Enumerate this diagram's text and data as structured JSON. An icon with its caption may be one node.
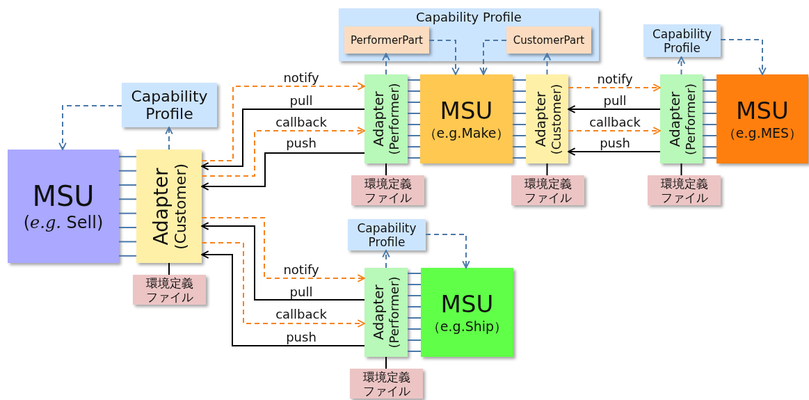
{
  "diagram": {
    "nodes": [
      {
        "text": [
          "Capability Profile"
        ]
      },
      {
        "text": [
          "PerformerPart"
        ],
        "in": 0
      },
      {
        "text": [
          "CustomerPart"
        ],
        "in": 0
      },
      {
        "text": [
          "Capability Profile"
        ]
      },
      {
        "text": [
          "Capability Profile"
        ]
      },
      {
        "text": [
          "Adapter",
          "(Performer)"
        ]
      },
      {
        "text": [
          "MSU",
          "（e.g.Make）"
        ]
      },
      {
        "text": [
          "Adapter",
          "(Customer)"
        ]
      },
      {
        "text": [
          "Adapter",
          "(Performer)"
        ]
      },
      {
        "text": [
          "MSU",
          "（e.g.MES）"
        ]
      },
      {
        "text": [
          "MSU",
          "(*e.g.* Sell)"
        ]
      },
      {
        "text": [
          "Adapter",
          "(Customer)"
        ]
      },
      {
        "text": [
          "環境定義ファイル"
        ]
      },
      {
        "text": [
          "環境定義ファイル"
        ]
      },
      {
        "text": [
          "環境定義ファイル"
        ]
      },
      {
        "text": [
          "Capability Profile"
        ]
      },
      {
        "text": [
          "環境定義ファイル"
        ]
      },
      {
        "text": [
          "Adapter",
          "(Performer)"
        ]
      },
      {
        "text": [
          "MSU",
          "（e.g.Ship）"
        ]
      },
      {
        "text": [
          "環境定義ファイル"
        ]
      }
    ],
    "edges": [
      {
        "from": 11,
        "to": 4,
        "arrow": "to",
        "style": "dashed"
      },
      {
        "from": 4,
        "to": 10,
        "arrow": "to",
        "style": "dashed"
      },
      {
        "from": 5,
        "to": 1,
        "arrow": "to",
        "style": "dashed"
      },
      {
        "from": 1,
        "to": 6,
        "arrow": "to",
        "style": "dashed"
      },
      {
        "from": 2,
        "to": 6,
        "arrow": "to",
        "style": "dashed"
      },
      {
        "from": 7,
        "to": 2,
        "arrow": "to",
        "style": "dashed"
      },
      {
        "from": 8,
        "to": 3,
        "arrow": "to",
        "style": "dashed"
      },
      {
        "from": 3,
        "to": 9,
        "arrow": "to",
        "style": "dashed"
      },
      {
        "from": 17,
        "to": 15,
        "arrow": "to",
        "style": "dashed"
      },
      {
        "from": 15,
        "to": 18,
        "arrow": "to",
        "style": "dashed"
      },
      {
        "from": 11,
        "to": 5,
        "arrow": "to",
        "label": "notify",
        "style": "dashed",
        "color": "#f7821b"
      },
      {
        "from": 5,
        "to": 11,
        "arrow": "to",
        "label": "pull",
        "color": "#000000"
      },
      {
        "from": 11,
        "to": 5,
        "arrow": "to",
        "label": "callback",
        "style": "dashed",
        "color": "#f7821b"
      },
      {
        "from": 5,
        "to": 11,
        "arrow": "to",
        "label": "push",
        "color": "#000000"
      },
      {
        "from": 7,
        "to": 8,
        "arrow": "to",
        "label": "notify",
        "style": "dashed",
        "color": "#f7821b"
      },
      {
        "from": 8,
        "to": 7,
        "arrow": "to",
        "label": "pull",
        "color": "#000000"
      },
      {
        "from": 7,
        "to": 8,
        "arrow": "to",
        "label": "callback",
        "style": "dashed",
        "color": "#f7821b"
      },
      {
        "from": 8,
        "to": 7,
        "arrow": "to",
        "label": "push",
        "color": "#000000"
      },
      {
        "from": 11,
        "to": 17,
        "arrow": "to",
        "label": "notify",
        "style": "dashed",
        "color": "#f7821b"
      },
      {
        "from": 17,
        "to": 11,
        "arrow": "to",
        "label": "pull",
        "color": "#000000"
      },
      {
        "from": 11,
        "to": 17,
        "arrow": "to",
        "label": "callback",
        "style": "dashed",
        "color": "#f7821b"
      },
      {
        "from": 17,
        "to": 11,
        "arrow": "to",
        "label": "push",
        "color": "#000000"
      },
      {
        "from": 5,
        "to": 12,
        "arrow": "none",
        "color": "#000000"
      },
      {
        "from": 7,
        "to": 13,
        "arrow": "none",
        "color": "#000000"
      },
      {
        "from": 8,
        "to": 14,
        "arrow": "none",
        "color": "#000000"
      },
      {
        "from": 11,
        "to": 16,
        "arrow": "none",
        "color": "#000000"
      },
      {
        "from": 17,
        "to": 19,
        "arrow": "none",
        "color": "#000000"
      },
      {
        "from": 10,
        "to": 11,
        "arrow": "none"
      },
      {
        "from": 10,
        "to": 11,
        "arrow": "none"
      },
      {
        "from": 10,
        "to": 11,
        "arrow": "none"
      },
      {
        "from": 10,
        "to": 11,
        "arrow": "none"
      },
      {
        "from": 10,
        "to": 11,
        "arrow": "none"
      },
      {
        "from": 10,
        "to": 11,
        "arrow": "none"
      },
      {
        "from": 10,
        "to": 11,
        "arrow": "none"
      },
      {
        "from": 10,
        "to": 11,
        "arrow": "none"
      },
      {
        "from": 5,
        "to": 6,
        "arrow": "none"
      },
      {
        "from": 5,
        "to": 6,
        "arrow": "none"
      },
      {
        "from": 5,
        "to": 6,
        "arrow": "none"
      },
      {
        "from": 5,
        "to": 6,
        "arrow": "none"
      },
      {
        "from": 5,
        "to": 6,
        "arrow": "none"
      },
      {
        "from": 5,
        "to": 6,
        "arrow": "none"
      },
      {
        "from": 5,
        "to": 6,
        "arrow": "none"
      },
      {
        "from": 5,
        "to": 6,
        "arrow": "none"
      },
      {
        "from": 6,
        "to": 7,
        "arrow": "none"
      },
      {
        "from": 6,
        "to": 7,
        "arrow": "none"
      },
      {
        "from": 6,
        "to": 7,
        "arrow": "none"
      },
      {
        "from": 6,
        "to": 7,
        "arrow": "none"
      },
      {
        "from": 6,
        "to": 7,
        "arrow": "none"
      },
      {
        "from": 6,
        "to": 7,
        "arrow": "none"
      },
      {
        "from": 6,
        "to": 7,
        "arrow": "none"
      },
      {
        "from": 6,
        "to": 7,
        "arrow": "none"
      },
      {
        "from": 8,
        "to": 9,
        "arrow": "none"
      },
      {
        "from": 8,
        "to": 9,
        "arrow": "none"
      },
      {
        "from": 8,
        "to": 9,
        "arrow": "none"
      },
      {
        "from": 8,
        "to": 9,
        "arrow": "none"
      },
      {
        "from": 8,
        "to": 9,
        "arrow": "none"
      },
      {
        "from": 8,
        "to": 9,
        "arrow": "none"
      },
      {
        "from": 8,
        "to": 9,
        "arrow": "none"
      },
      {
        "from": 8,
        "to": 9,
        "arrow": "none"
      },
      {
        "from": 17,
        "to": 18,
        "arrow": "none"
      },
      {
        "from": 17,
        "to": 18,
        "arrow": "none"
      },
      {
        "from": 17,
        "to": 18,
        "arrow": "none"
      },
      {
        "from": 17,
        "to": 18,
        "arrow": "none"
      },
      {
        "from": 17,
        "to": 18,
        "arrow": "none"
      },
      {
        "from": 17,
        "to": 18,
        "arrow": "none"
      },
      {
        "from": 17,
        "to": 18,
        "arrow": "none"
      },
      {
        "from": 17,
        "to": 18,
        "arrow": "none"
      }
    ]
  }
}
